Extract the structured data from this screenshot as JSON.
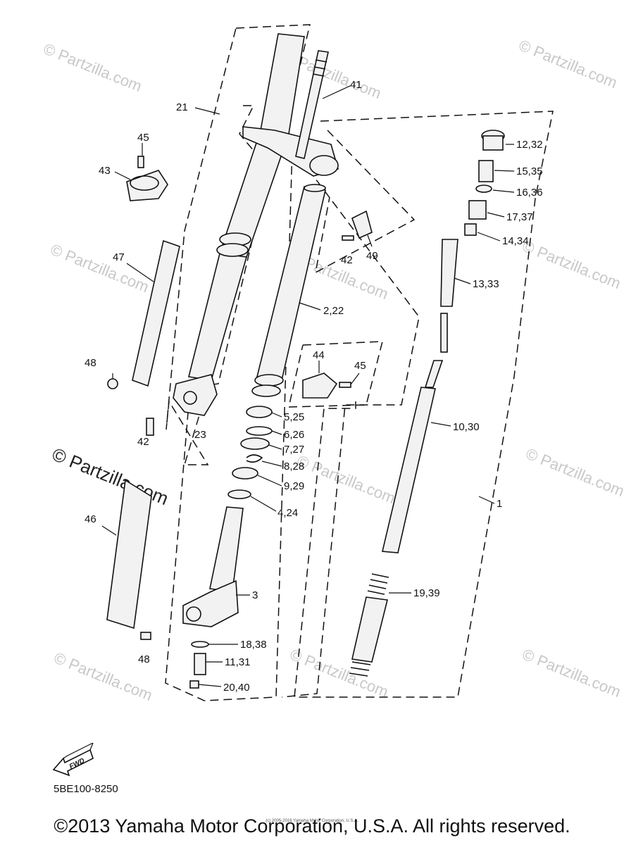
{
  "diagram": {
    "callouts": [
      {
        "id": "c21",
        "label": "21"
      },
      {
        "id": "c41",
        "label": "41"
      },
      {
        "id": "c45a",
        "label": "45"
      },
      {
        "id": "c43",
        "label": "43"
      },
      {
        "id": "c12",
        "label": "12,32"
      },
      {
        "id": "c15",
        "label": "15,35"
      },
      {
        "id": "c16",
        "label": "16,36"
      },
      {
        "id": "c17",
        "label": "17,37"
      },
      {
        "id": "c14",
        "label": "14,34"
      },
      {
        "id": "c42a",
        "label": "42"
      },
      {
        "id": "c49",
        "label": "49"
      },
      {
        "id": "c47",
        "label": "47"
      },
      {
        "id": "c13",
        "label": "13,33"
      },
      {
        "id": "c2",
        "label": "2,22"
      },
      {
        "id": "c44",
        "label": "44"
      },
      {
        "id": "c45b",
        "label": "45"
      },
      {
        "id": "c48a",
        "label": "48"
      },
      {
        "id": "c5",
        "label": "5,25"
      },
      {
        "id": "c10",
        "label": "10,30"
      },
      {
        "id": "c6",
        "label": "6,26"
      },
      {
        "id": "c42b",
        "label": "42"
      },
      {
        "id": "c23",
        "label": "23"
      },
      {
        "id": "c7",
        "label": "7,27"
      },
      {
        "id": "c8",
        "label": "8,28"
      },
      {
        "id": "c9",
        "label": "9,29"
      },
      {
        "id": "c1",
        "label": "1"
      },
      {
        "id": "c4",
        "label": "4,24"
      },
      {
        "id": "c46",
        "label": "46"
      },
      {
        "id": "c3",
        "label": "3"
      },
      {
        "id": "c19",
        "label": "19,39"
      },
      {
        "id": "c18",
        "label": "18,38"
      },
      {
        "id": "c48b",
        "label": "48"
      },
      {
        "id": "c11",
        "label": "11,31"
      },
      {
        "id": "c20",
        "label": "20,40"
      }
    ],
    "watermark": "© Partzilla.com",
    "watermark_main": "© Partzilla.com",
    "fwd_label": "FWD",
    "diagram_code": "5BE100-8250"
  },
  "footer": {
    "copyright": "©2013 Yamaha Motor Corporation, U.S.A. All rights reserved.",
    "copyright_small": "(c) 2005-2016 Yamaha Motor Corporation, U.S.A."
  }
}
